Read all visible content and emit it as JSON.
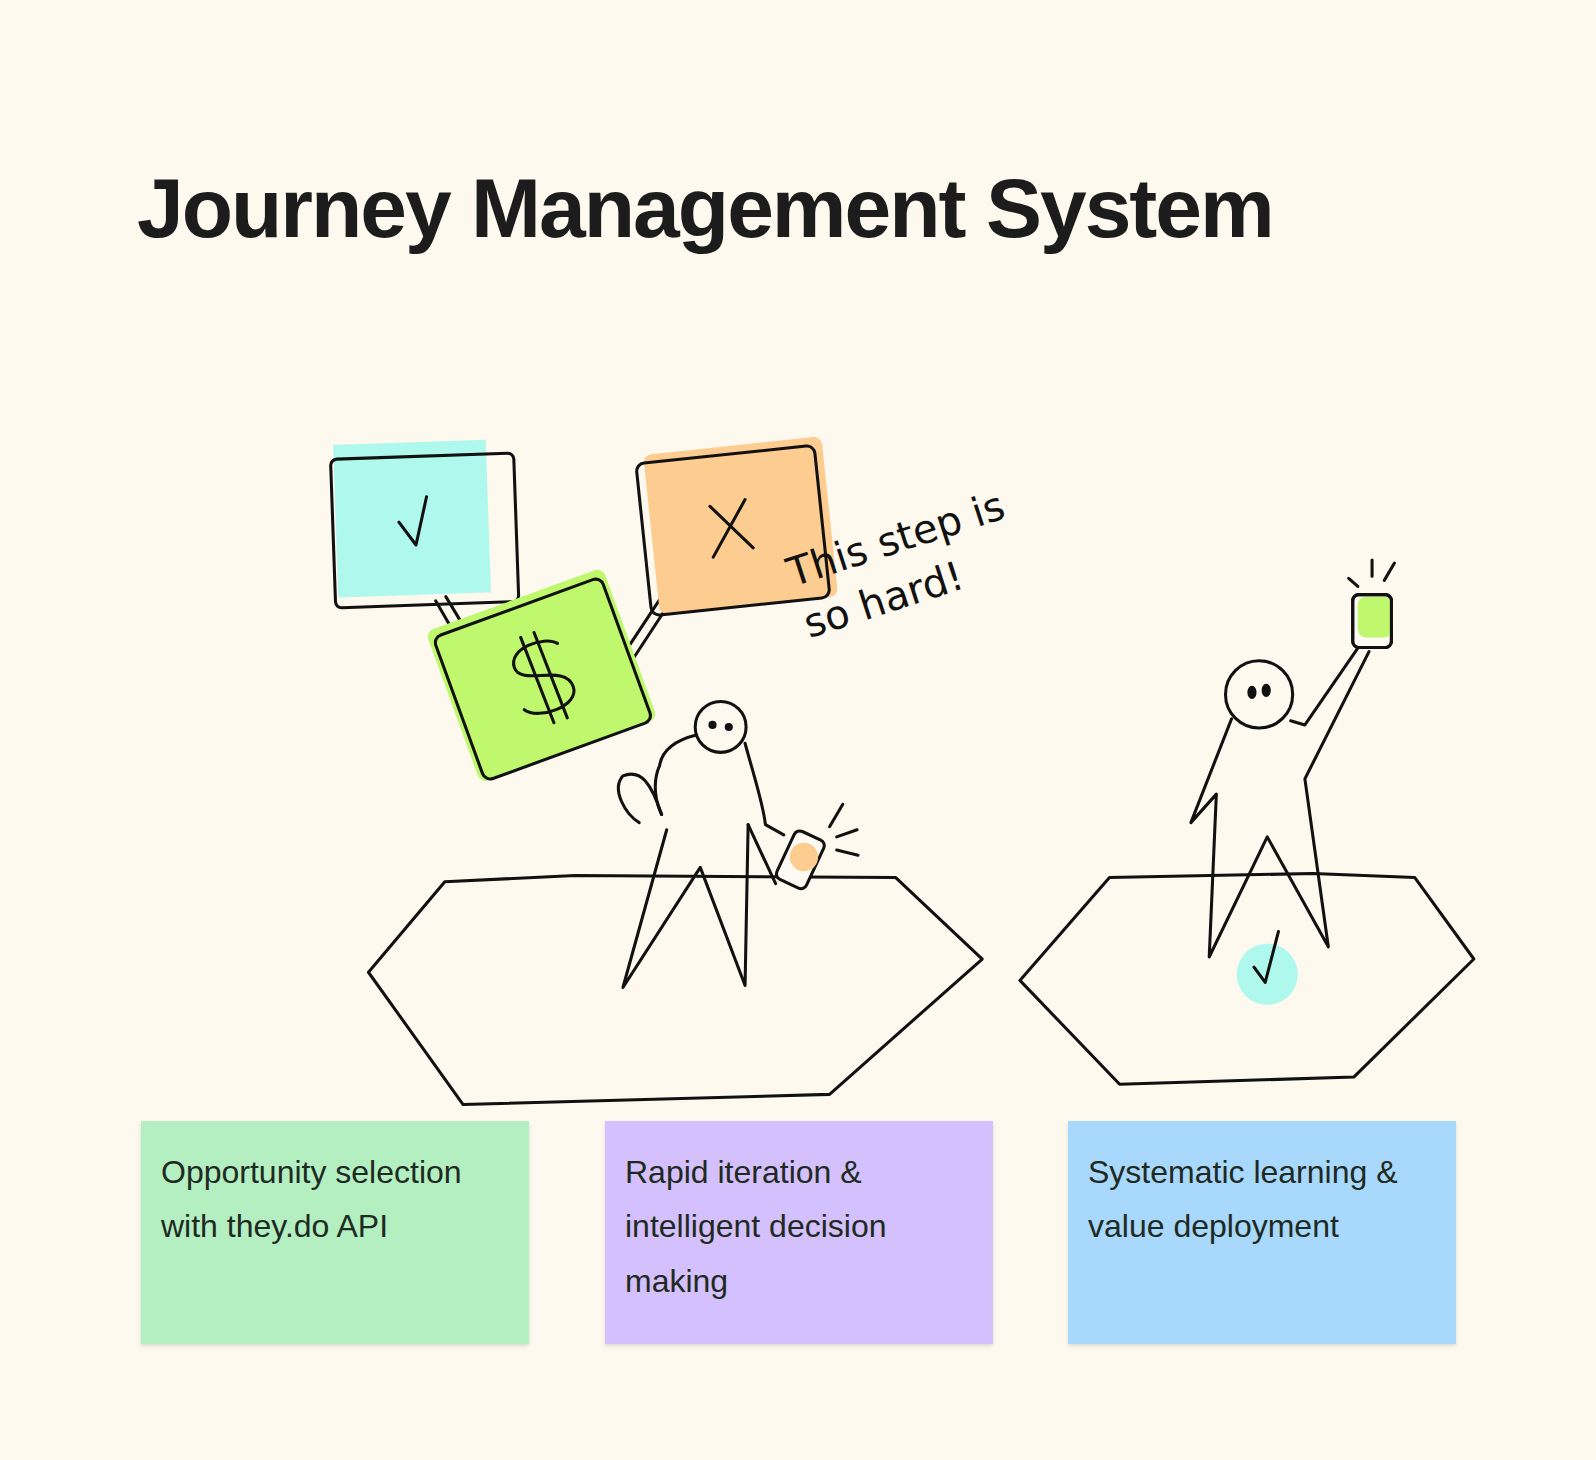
{
  "diagram": {
    "title": "Journey Management System",
    "nodes": [
      {
        "text": [
          "Opportunity selection with they.do API"
        ]
      },
      {
        "text": [
          "Rapid iteration & intelligent decision making"
        ]
      },
      {
        "text": [
          "Systematic learning & value deployment"
        ]
      }
    ],
    "labels": [
      "This step is so hard!"
    ]
  }
}
